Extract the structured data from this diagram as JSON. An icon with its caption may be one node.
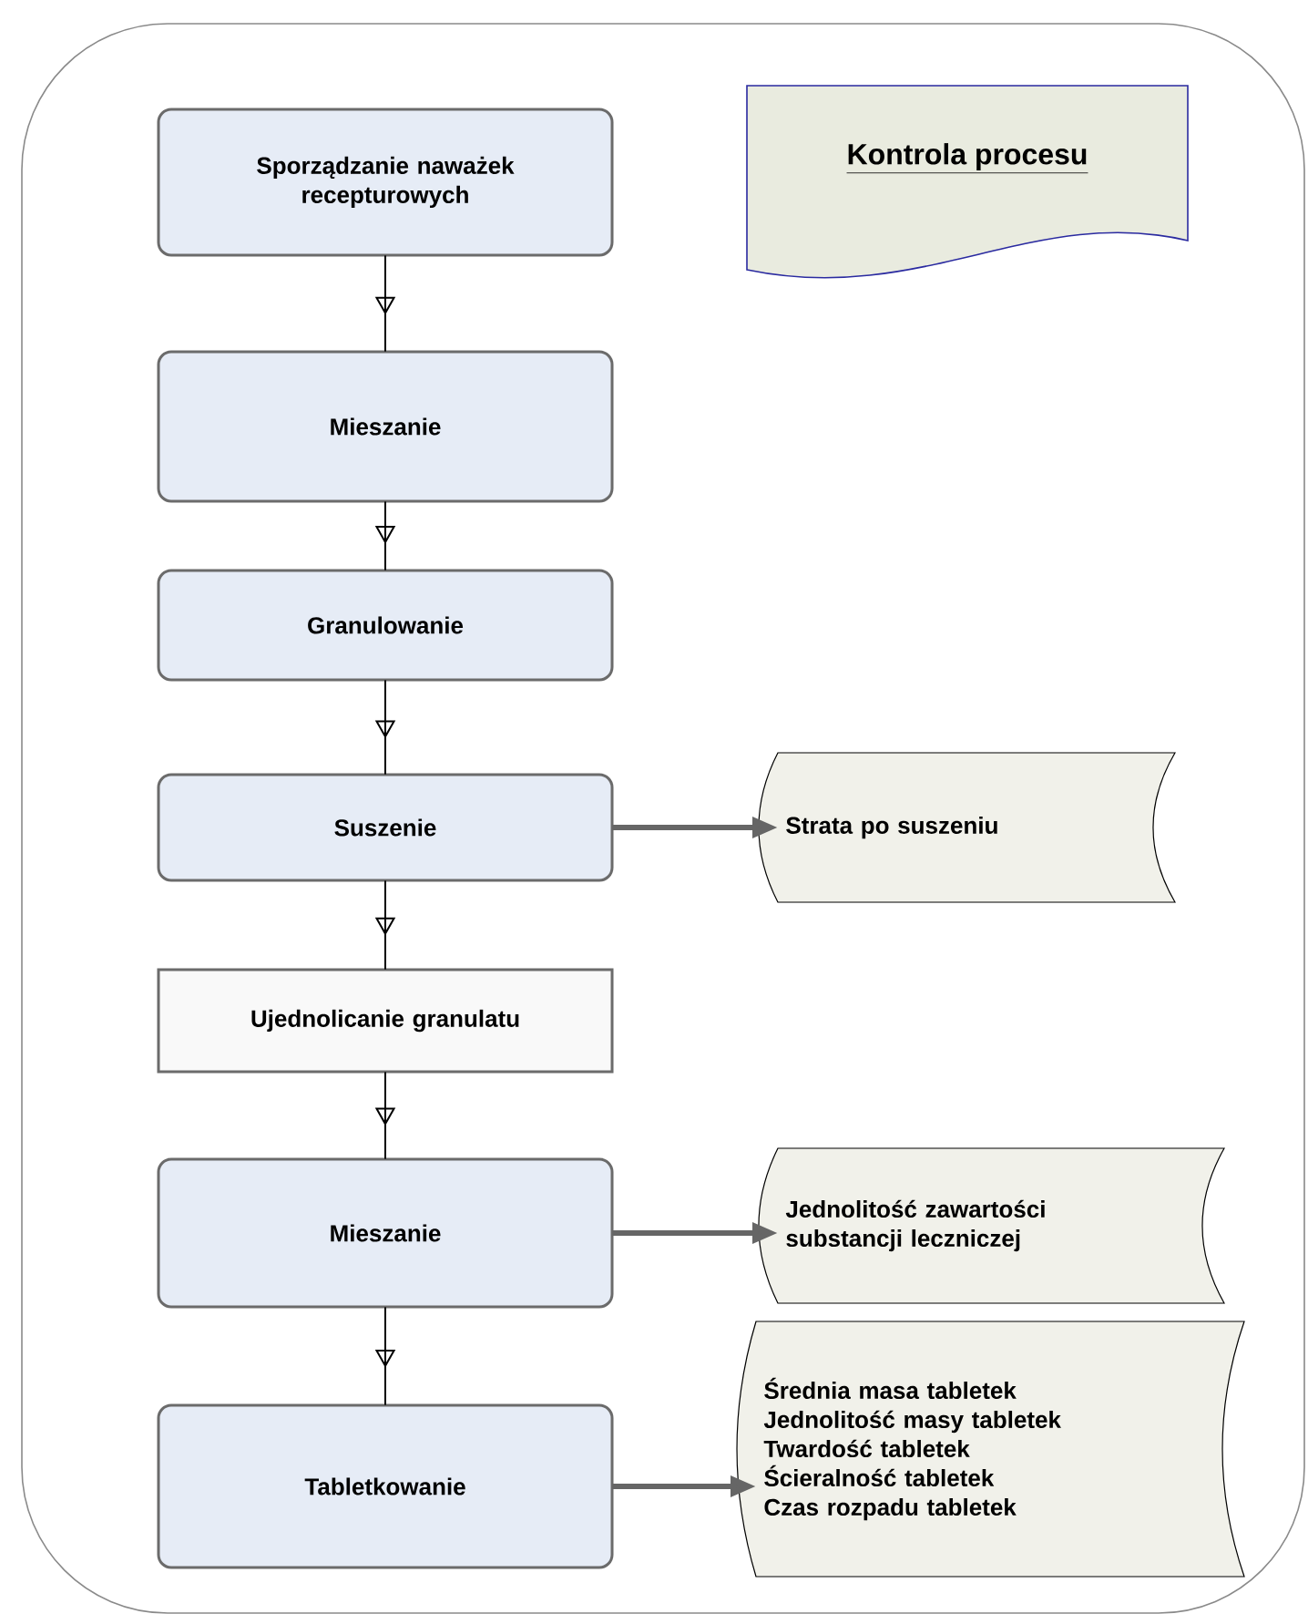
{
  "diagram": {
    "nodes": [
      {
        "text": [
          "Sporządzanie naważek recepturowych"
        ]
      },
      {
        "text": [
          "Mieszanie"
        ]
      },
      {
        "text": [
          "Granulowanie"
        ]
      },
      {
        "text": [
          "Suszenie"
        ]
      },
      {
        "text": [
          "Ujednolicanie granulatu"
        ]
      },
      {
        "text": [
          "Mieszanie"
        ]
      },
      {
        "text": [
          "Tabletkowanie"
        ]
      },
      {
        "text": [
          "Kontrola procesu"
        ]
      },
      {
        "text": [
          "Strata po suszeniu"
        ]
      },
      {
        "text": [
          "Jednolitość zawartości substancji leczniczej"
        ]
      },
      {
        "text": [
          "Średnia masa tabletek",
          "Jednolitość masy tabletek",
          "Twardość tabletek",
          "Ścieralność tabletek",
          "Czas rozpadu tabletek"
        ]
      }
    ],
    "edges": [
      {
        "from": 0,
        "to": 1,
        "arrow": "to"
      },
      {
        "from": 1,
        "to": 2,
        "arrow": "to"
      },
      {
        "from": 2,
        "to": 3,
        "arrow": "to"
      },
      {
        "from": 3,
        "to": 4,
        "arrow": "to"
      },
      {
        "from": 4,
        "to": 5,
        "arrow": "to"
      },
      {
        "from": 5,
        "to": 6,
        "arrow": "to"
      },
      {
        "from": 3,
        "to": 8,
        "arrow": "to",
        "style": "thick",
        "color": "#666666"
      },
      {
        "from": 5,
        "to": 9,
        "arrow": "to",
        "style": "thick",
        "color": "#666666"
      },
      {
        "from": 6,
        "to": 10,
        "arrow": "to",
        "style": "thick",
        "color": "#666666"
      }
    ]
  }
}
